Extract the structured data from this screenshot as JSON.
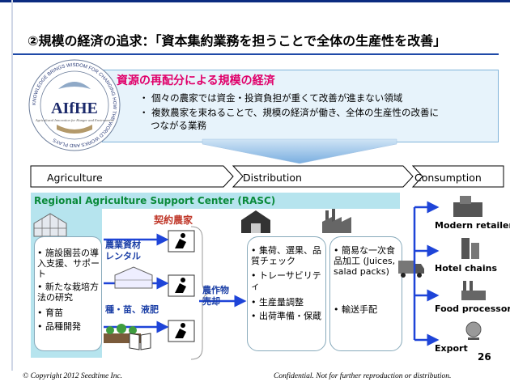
{
  "slide": {
    "title": "②規模の経済の追求：「資本集約業務を担うことで全体の生産性を改善」",
    "page_number": "26"
  },
  "logo": {
    "text": "AIfHE",
    "subtext": "Agricultural Innovation for Hunger and Environment",
    "ring_text": "KNOWLEDGE BRINGS WISDOM FOR CHANGING HOW THE WORLD WORKS AND PLAYS"
  },
  "economy": {
    "heading": "資源の再配分による規模の経済",
    "bullets": [
      "個々の農家では資金・投資負担が重くて改善が進まない領域",
      "複数農家を束ねることで、規模の経済が働き、全体の生産性の改善に",
      "つながる業務"
    ]
  },
  "stages": [
    "Agriculture",
    "Distribution",
    "Consumption"
  ],
  "rasc": {
    "label": "Regional Agriculture Support Center (RASC)",
    "farm_items": [
      "施設園芸の導入支援、サポート",
      "新たな栽培方法の研究",
      "育苗",
      "品種開発"
    ]
  },
  "flow": {
    "contract_farmers": "契約農家",
    "equipment_rental": [
      "農業資材",
      "レンタル"
    ],
    "seeds_fertilizer": "種・苗、液肥",
    "sales": [
      "農作物",
      "売却"
    ]
  },
  "distribution": {
    "box1": [
      "集荷、選果、品質チェック",
      "トレーサビリティ",
      "生産量調整",
      "出荷準備・保蔵"
    ],
    "box2": [
      "簡易な一次食品加工 (Juices, salad packs)",
      "輸送手配"
    ]
  },
  "destinations": [
    "Modern retailers",
    "Hotel chains",
    "Food processors",
    "Export"
  ],
  "footer": {
    "copyright": "© Copyright 2012 Seedtime Inc.",
    "confidential": "Confidential. Not for further reproduction or distribution."
  },
  "colors": {
    "accent_pink": "#e0006a",
    "rasc_green": "#0a8a3a",
    "rasc_bg": "#b6e4ee",
    "arrow_blue": "#1e44d8",
    "title_rule": "#1f4aa8"
  }
}
